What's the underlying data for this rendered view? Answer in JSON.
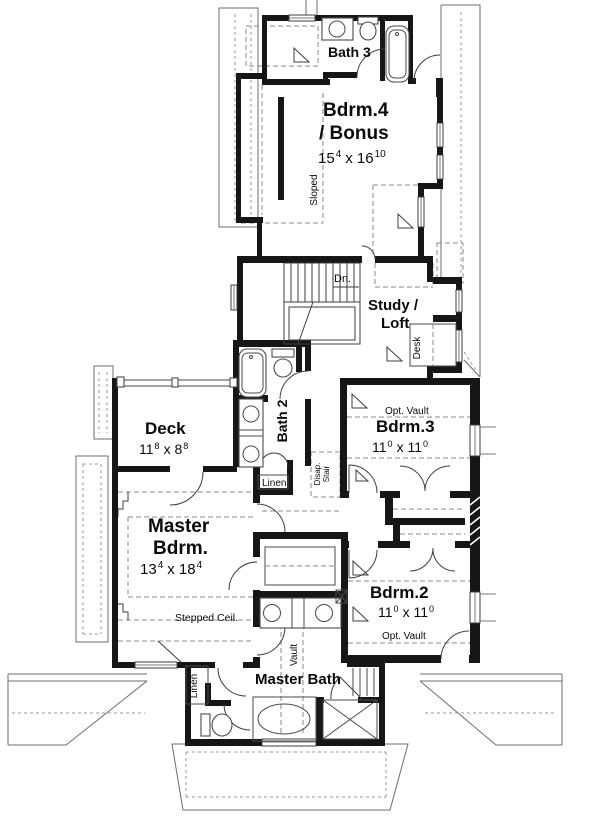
{
  "plan": {
    "labels": {
      "bath3": "Bath 3",
      "bdrm4_line1": "Bdrm.4",
      "bdrm4_line2": "/ Bonus",
      "sloped": "Sloped",
      "dn": "Dn.",
      "study_line1": "Study /",
      "study_line2": "Loft",
      "desk": "Desk",
      "bath2": "Bath 2",
      "deck": "Deck",
      "opt_vault_bdrm3": "Opt. Vault",
      "opt_vault_bdrm2": "Opt. Vault",
      "bdrm3": "Bdrm.3",
      "bdrm2": "Bdrm.2",
      "linen_hall": "Linen",
      "linen_master": "Linen",
      "disap_line1": "Disap.",
      "disap_line2": "Stair",
      "master_line1": "Master",
      "master_line2": "Bdrm.",
      "stepped_ceil": "Stepped Ceil.",
      "vault": "Vault",
      "master_bath": "Master Bath"
    },
    "dimensions": {
      "bdrm4": {
        "w1": "15",
        "s1": "4",
        "w2": "x 16",
        "s2": "10"
      },
      "deck": {
        "w1": "11",
        "s1": "8",
        "w2": "x 8",
        "s2": "8"
      },
      "master": {
        "w1": "13",
        "s1": "4",
        "w2": "x 18",
        "s2": "4"
      },
      "bdrm3": {
        "w1": "11",
        "s1": "0",
        "w2": "x 11",
        "s2": "0"
      },
      "bdrm2": {
        "w1": "11",
        "s1": "0",
        "w2": "x 11",
        "s2": "0"
      }
    },
    "line_color": "#161616",
    "dash_color": "#8a8a8a"
  }
}
